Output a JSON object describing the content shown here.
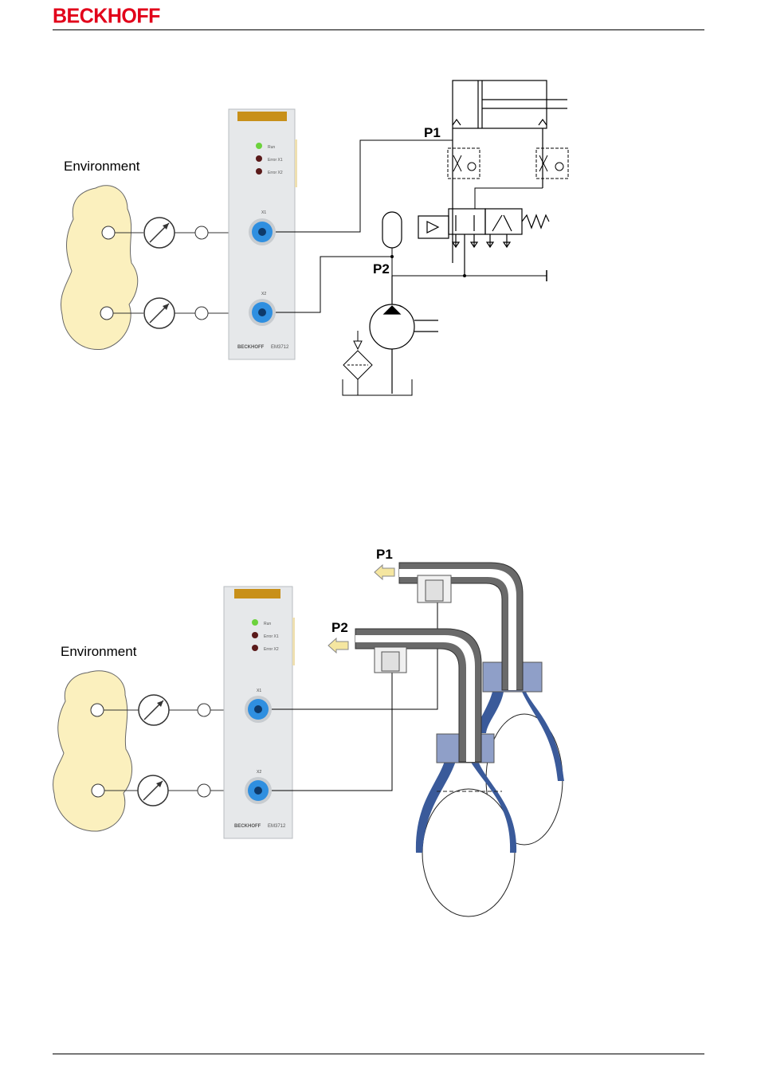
{
  "header": {
    "brand": "BECKHOFF"
  },
  "figure1": {
    "environment_label": "Environment",
    "p1_label": "P1",
    "p2_label": "P2",
    "module": {
      "brand": "BECKHOFF",
      "model": "EM3712",
      "led_run": "Run",
      "led_error1": "Error X1",
      "led_error2": "Error X2",
      "port1": "X1",
      "port2": "X2"
    }
  },
  "figure2": {
    "environment_label": "Environment",
    "p1_label": "P1",
    "p2_label": "P2",
    "module": {
      "brand": "BECKHOFF",
      "model": "EM3712",
      "led_run": "Run",
      "led_error1": "Error X1",
      "led_error2": "Error X2",
      "port1": "X1",
      "port2": "X2"
    }
  },
  "colors": {
    "brand_red": "#e2001a",
    "cloud": "#fbf0be",
    "port_blue": "#2f8fe0",
    "hose_gray": "#666666",
    "clamp_blue": "#8f9fc8",
    "cup_blue": "#3a5a9a"
  }
}
